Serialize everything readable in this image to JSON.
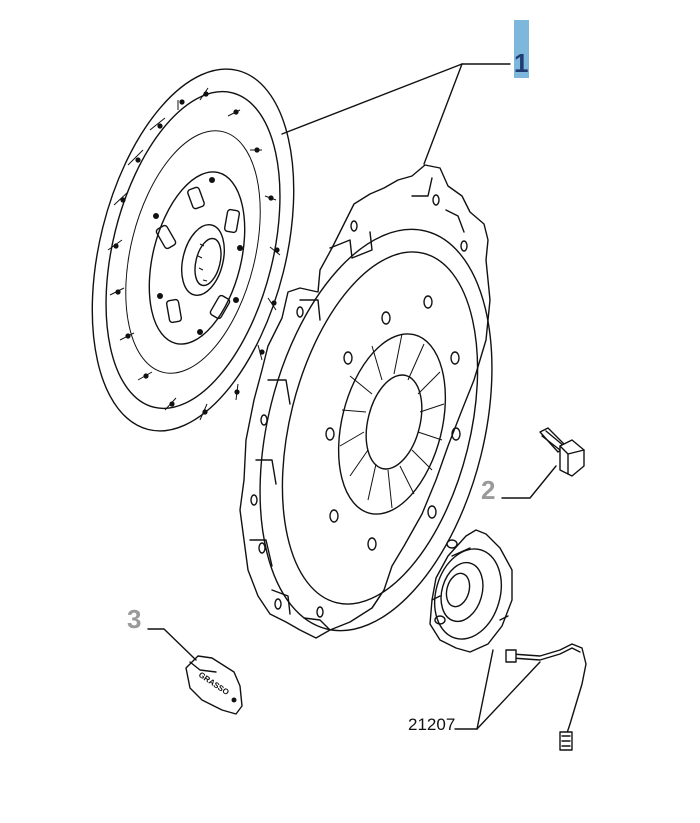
{
  "callouts": {
    "clutch_kit": {
      "number": "1",
      "highlight_color": "#7eb7dc"
    },
    "bolt": {
      "number": "2"
    },
    "grease": {
      "number": "3"
    },
    "release_bearing": {
      "number": "21207"
    }
  },
  "grease_tube_label": "GRASSO",
  "colors": {
    "line": "#111111",
    "callout_grey": "#9a9a9a",
    "callout_highlight_text": "#1f3b73"
  }
}
